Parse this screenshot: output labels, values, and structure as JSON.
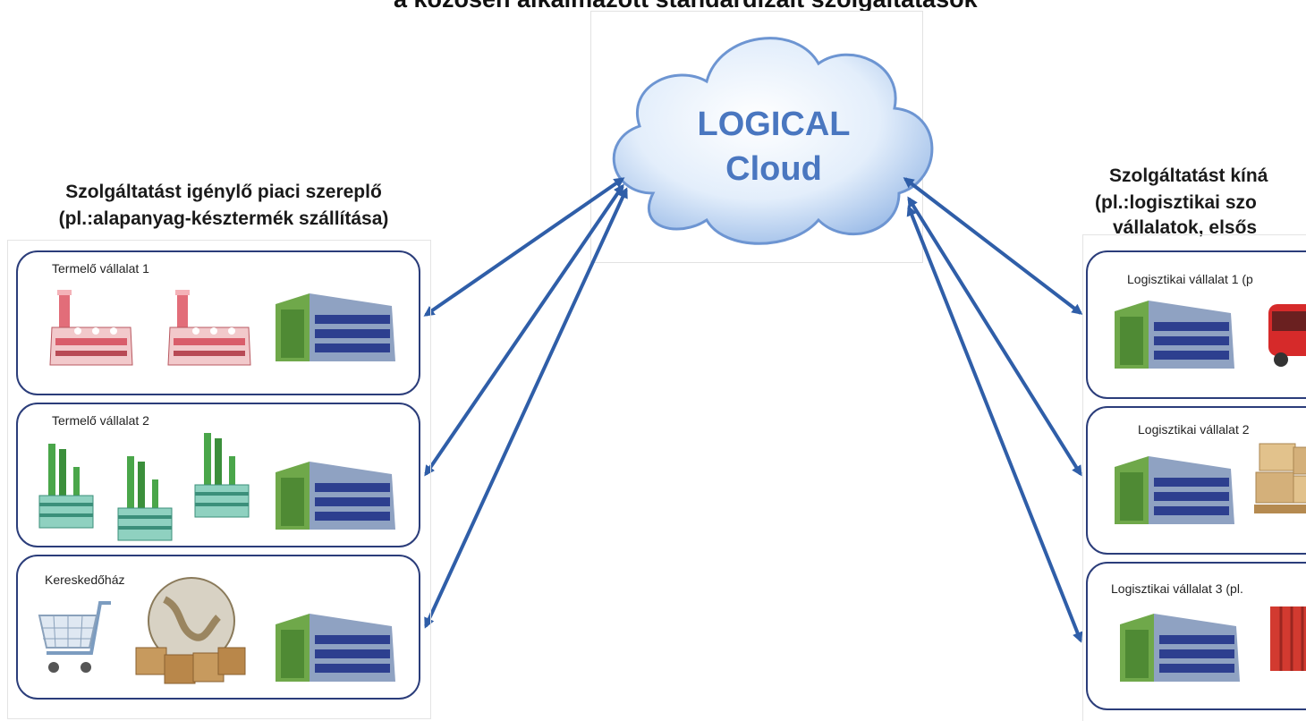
{
  "headline": "a közösen alkalmazott standardizált szolgáltatások",
  "cloud": {
    "line1": "LOGICAL",
    "line2": "Cloud",
    "color": "#4a77c0"
  },
  "left_group": {
    "title_line1": "Szolgáltatást igénylő piaci szereplő",
    "title_line2": "(pl.:alapanyag-késztermék szállítása)",
    "boxes": [
      {
        "label": "Termelő vállalat 1",
        "icons": [
          "factory-icon",
          "factory-icon",
          "office-building-icon"
        ]
      },
      {
        "label": "Termelő vállalat  2",
        "icons": [
          "green-factory-icon",
          "green-factory-icon",
          "green-factory-icon",
          "office-building-icon"
        ]
      },
      {
        "label": "Kereskedőház",
        "icons": [
          "shopping-cart-icon",
          "globe-boxes-icon",
          "office-building-icon"
        ]
      }
    ]
  },
  "right_group": {
    "title_line1": "Szolgáltatást kíná",
    "title_line2": "(pl.:logisztikai szo",
    "title_line3": "vállalatok, elsős",
    "boxes": [
      {
        "label": "Logisztikai vállalat 1 (p",
        "icons": [
          "office-building-icon",
          "truck-icon"
        ]
      },
      {
        "label": "Logisztikai vállalat  2",
        "icons": [
          "office-building-icon",
          "pallet-boxes-icon"
        ]
      },
      {
        "label": "Logisztikai vállalat 3 (pl.",
        "icons": [
          "office-building-icon",
          "container-icon"
        ]
      }
    ]
  },
  "colors": {
    "box_border": "#2b3d7a",
    "arrow": "#2f5ea8"
  }
}
